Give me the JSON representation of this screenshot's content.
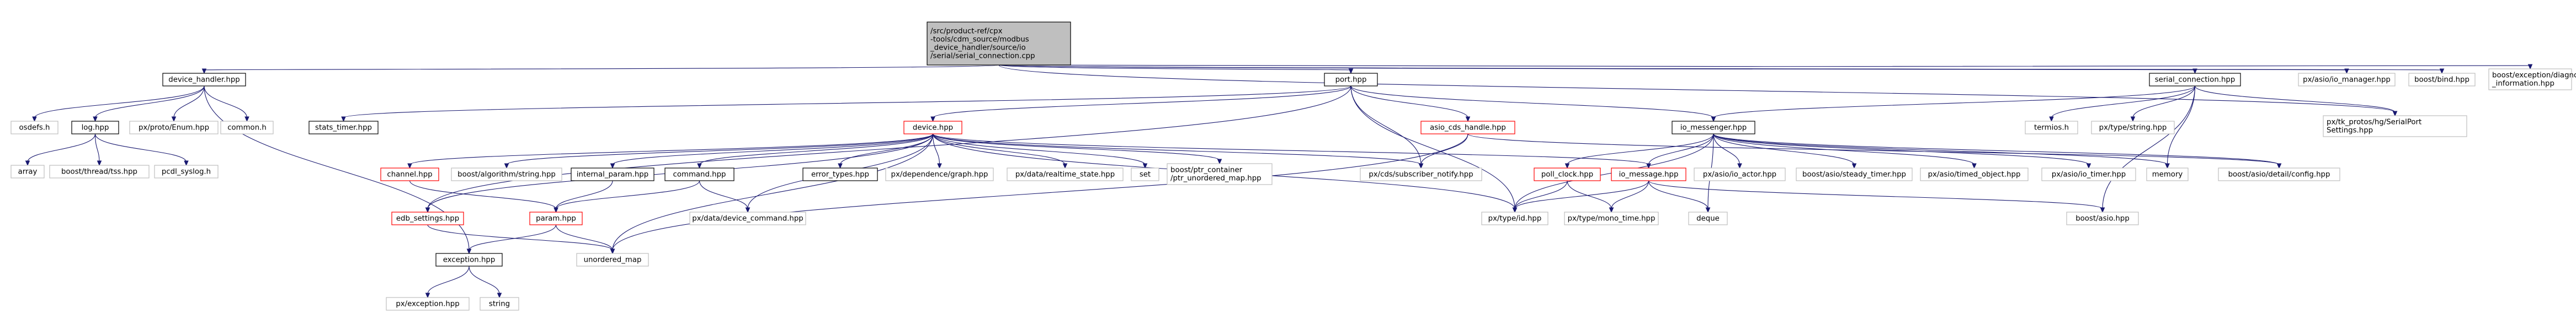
{
  "graph": {
    "colors": {
      "edge": "#191970",
      "root_fill": "#bfbfbf",
      "root_border": "#000000",
      "doc_border": "#000000",
      "missing_border": "#bfbfbf",
      "red_border": "#ff0000",
      "text": "#000000",
      "node_fill": "#ffffff"
    },
    "nodes": [
      {
        "id": "root",
        "lines": [
          "/src/product-ref/cpx",
          "-tools/cdm_source/modbus",
          "_device_handler/source/io",
          "/serial/serial_connection.cpp"
        ],
        "style": "root"
      },
      {
        "id": "device_handler",
        "lines": [
          "device_handler.hpp"
        ],
        "style": "doc"
      },
      {
        "id": "port",
        "lines": [
          "port.hpp"
        ],
        "style": "doc"
      },
      {
        "id": "serial_connection",
        "lines": [
          "serial_connection.hpp"
        ],
        "style": "doc"
      },
      {
        "id": "px_asio_io_manager",
        "lines": [
          "px/asio/io_manager.hpp"
        ],
        "style": "missing"
      },
      {
        "id": "boost_bind",
        "lines": [
          "boost/bind.hpp"
        ],
        "style": "missing"
      },
      {
        "id": "boost_exception",
        "lines": [
          "boost/exception/diagnostic",
          "_information.hpp"
        ],
        "style": "missing"
      },
      {
        "id": "osdefs",
        "lines": [
          "osdefs.h"
        ],
        "style": "missing"
      },
      {
        "id": "log",
        "lines": [
          "log.hpp"
        ],
        "style": "doc"
      },
      {
        "id": "px_proto_enum",
        "lines": [
          "px/proto/Enum.hpp"
        ],
        "style": "missing"
      },
      {
        "id": "common_h",
        "lines": [
          "common.h"
        ],
        "style": "missing"
      },
      {
        "id": "array",
        "lines": [
          "array"
        ],
        "style": "missing"
      },
      {
        "id": "boost_thread_tss",
        "lines": [
          "boost/thread/tss.hpp"
        ],
        "style": "missing"
      },
      {
        "id": "pcdl_syslog",
        "lines": [
          "pcdl_syslog.h"
        ],
        "style": "missing"
      },
      {
        "id": "stats_timer",
        "lines": [
          "stats_timer.hpp"
        ],
        "style": "doc"
      },
      {
        "id": "device",
        "lines": [
          "device.hpp"
        ],
        "style": "red"
      },
      {
        "id": "asio_cds_handle",
        "lines": [
          "asio_cds_handle.hpp"
        ],
        "style": "red"
      },
      {
        "id": "io_messenger",
        "lines": [
          "io_messenger.hpp"
        ],
        "style": "doc"
      },
      {
        "id": "termios",
        "lines": [
          "termios.h"
        ],
        "style": "missing"
      },
      {
        "id": "px_type_string",
        "lines": [
          "px/type/string.hpp"
        ],
        "style": "missing"
      },
      {
        "id": "px_tk_protos",
        "lines": [
          "px/tk_protos/hg/SerialPort",
          "Settings.hpp"
        ],
        "style": "missing"
      },
      {
        "id": "channel",
        "lines": [
          "channel.hpp"
        ],
        "style": "red"
      },
      {
        "id": "boost_algorithm_string",
        "lines": [
          "boost/algorithm/string.hpp"
        ],
        "style": "missing"
      },
      {
        "id": "internal_param",
        "lines": [
          "internal_param.hpp"
        ],
        "style": "doc"
      },
      {
        "id": "command",
        "lines": [
          "command.hpp"
        ],
        "style": "doc"
      },
      {
        "id": "error_types",
        "lines": [
          "error_types.hpp"
        ],
        "style": "doc"
      },
      {
        "id": "px_dependence_graph",
        "lines": [
          "px/dependence/graph.hpp"
        ],
        "style": "missing"
      },
      {
        "id": "px_data_realtime_state",
        "lines": [
          "px/data/realtime_state.hpp"
        ],
        "style": "missing"
      },
      {
        "id": "set",
        "lines": [
          "set"
        ],
        "style": "missing"
      },
      {
        "id": "boost_ptr_container",
        "lines": [
          "boost/ptr_container",
          "/ptr_unordered_map.hpp"
        ],
        "style": "missing"
      },
      {
        "id": "px_cds_subscriber_notify",
        "lines": [
          "px/cds/subscriber_notify.hpp"
        ],
        "style": "missing"
      },
      {
        "id": "poll_clock",
        "lines": [
          "poll_clock.hpp"
        ],
        "style": "red"
      },
      {
        "id": "io_message",
        "lines": [
          "io_message.hpp"
        ],
        "style": "red"
      },
      {
        "id": "px_asio_io_actor",
        "lines": [
          "px/asio/io_actor.hpp"
        ],
        "style": "missing"
      },
      {
        "id": "boost_asio_steady_timer",
        "lines": [
          "boost/asio/steady_timer.hpp"
        ],
        "style": "missing"
      },
      {
        "id": "px_asio_timed_object",
        "lines": [
          "px/asio/timed_object.hpp"
        ],
        "style": "missing"
      },
      {
        "id": "px_asio_io_timer",
        "lines": [
          "px/asio/io_timer.hpp"
        ],
        "style": "missing"
      },
      {
        "id": "memory",
        "lines": [
          "memory"
        ],
        "style": "missing"
      },
      {
        "id": "boost_asio_detail_config",
        "lines": [
          "boost/asio/detail/config.hpp"
        ],
        "style": "missing"
      },
      {
        "id": "edb_settings",
        "lines": [
          "edb_settings.hpp"
        ],
        "style": "red"
      },
      {
        "id": "param",
        "lines": [
          "param.hpp"
        ],
        "style": "red"
      },
      {
        "id": "px_data_device_command",
        "lines": [
          "px/data/device_command.hpp"
        ],
        "style": "missing"
      },
      {
        "id": "px_type_id",
        "lines": [
          "px/type/id.hpp"
        ],
        "style": "missing"
      },
      {
        "id": "px_type_mono_time",
        "lines": [
          "px/type/mono_time.hpp"
        ],
        "style": "missing"
      },
      {
        "id": "deque",
        "lines": [
          "deque"
        ],
        "style": "missing"
      },
      {
        "id": "boost_asio",
        "lines": [
          "boost/asio.hpp"
        ],
        "style": "missing"
      },
      {
        "id": "exception",
        "lines": [
          "exception.hpp"
        ],
        "style": "doc"
      },
      {
        "id": "unordered_map",
        "lines": [
          "unordered_map"
        ],
        "style": "missing"
      },
      {
        "id": "px_exception",
        "lines": [
          "px/exception.hpp"
        ],
        "style": "missing"
      },
      {
        "id": "string",
        "lines": [
          "string"
        ],
        "style": "missing"
      }
    ],
    "edges": [
      [
        "root",
        "device_handler"
      ],
      [
        "root",
        "port"
      ],
      [
        "root",
        "serial_connection"
      ],
      [
        "root",
        "px_asio_io_manager"
      ],
      [
        "root",
        "boost_bind"
      ],
      [
        "root",
        "boost_exception"
      ],
      [
        "root",
        "px_tk_protos"
      ],
      [
        "device_handler",
        "osdefs"
      ],
      [
        "device_handler",
        "log"
      ],
      [
        "device_handler",
        "px_proto_enum"
      ],
      [
        "device_handler",
        "common_h"
      ],
      [
        "device_handler",
        "exception"
      ],
      [
        "log",
        "array"
      ],
      [
        "log",
        "boost_thread_tss"
      ],
      [
        "log",
        "pcdl_syslog"
      ],
      [
        "port",
        "stats_timer"
      ],
      [
        "port",
        "device"
      ],
      [
        "port",
        "asio_cds_handle"
      ],
      [
        "port",
        "io_messenger"
      ],
      [
        "port",
        "edb_settings"
      ],
      [
        "port",
        "px_type_id"
      ],
      [
        "port",
        "px_cds_subscriber_notify"
      ],
      [
        "serial_connection",
        "io_messenger"
      ],
      [
        "serial_connection",
        "termios"
      ],
      [
        "serial_connection",
        "px_type_string"
      ],
      [
        "serial_connection",
        "px_tk_protos"
      ],
      [
        "serial_connection",
        "memory"
      ],
      [
        "serial_connection",
        "boost_asio"
      ],
      [
        "device",
        "channel"
      ],
      [
        "device",
        "boost_algorithm_string"
      ],
      [
        "device",
        "internal_param"
      ],
      [
        "device",
        "command"
      ],
      [
        "device",
        "error_types"
      ],
      [
        "device",
        "px_dependence_graph"
      ],
      [
        "device",
        "px_data_realtime_state"
      ],
      [
        "device",
        "set"
      ],
      [
        "device",
        "boost_ptr_container"
      ],
      [
        "device",
        "px_cds_subscriber_notify"
      ],
      [
        "device",
        "px_type_id"
      ],
      [
        "device",
        "io_message"
      ],
      [
        "device",
        "edb_settings"
      ],
      [
        "device",
        "unordered_map"
      ],
      [
        "device",
        "px_data_device_command"
      ],
      [
        "asio_cds_handle",
        "px_cds_subscriber_notify"
      ],
      [
        "asio_cds_handle",
        "boost_asio_detail_config"
      ],
      [
        "asio_cds_handle",
        "unordered_map"
      ],
      [
        "io_messenger",
        "poll_clock"
      ],
      [
        "io_messenger",
        "io_message"
      ],
      [
        "io_messenger",
        "px_asio_io_actor"
      ],
      [
        "io_messenger",
        "boost_asio_steady_timer"
      ],
      [
        "io_messenger",
        "px_asio_timed_object"
      ],
      [
        "io_messenger",
        "px_asio_io_timer"
      ],
      [
        "io_messenger",
        "memory"
      ],
      [
        "io_messenger",
        "boost_asio_detail_config"
      ],
      [
        "io_messenger",
        "deque"
      ],
      [
        "io_messenger",
        "px_type_id"
      ],
      [
        "channel",
        "param"
      ],
      [
        "internal_param",
        "param"
      ],
      [
        "command",
        "param"
      ],
      [
        "command",
        "px_data_device_command"
      ],
      [
        "edb_settings",
        "unordered_map"
      ],
      [
        "param",
        "exception"
      ],
      [
        "param",
        "unordered_map"
      ],
      [
        "poll_clock",
        "px_type_mono_time"
      ],
      [
        "poll_clock",
        "px_type_id"
      ],
      [
        "io_message",
        "px_type_id"
      ],
      [
        "io_message",
        "px_type_mono_time"
      ],
      [
        "io_message",
        "deque"
      ],
      [
        "io_message",
        "boost_asio"
      ],
      [
        "exception",
        "px_exception"
      ],
      [
        "exception",
        "string"
      ]
    ]
  }
}
